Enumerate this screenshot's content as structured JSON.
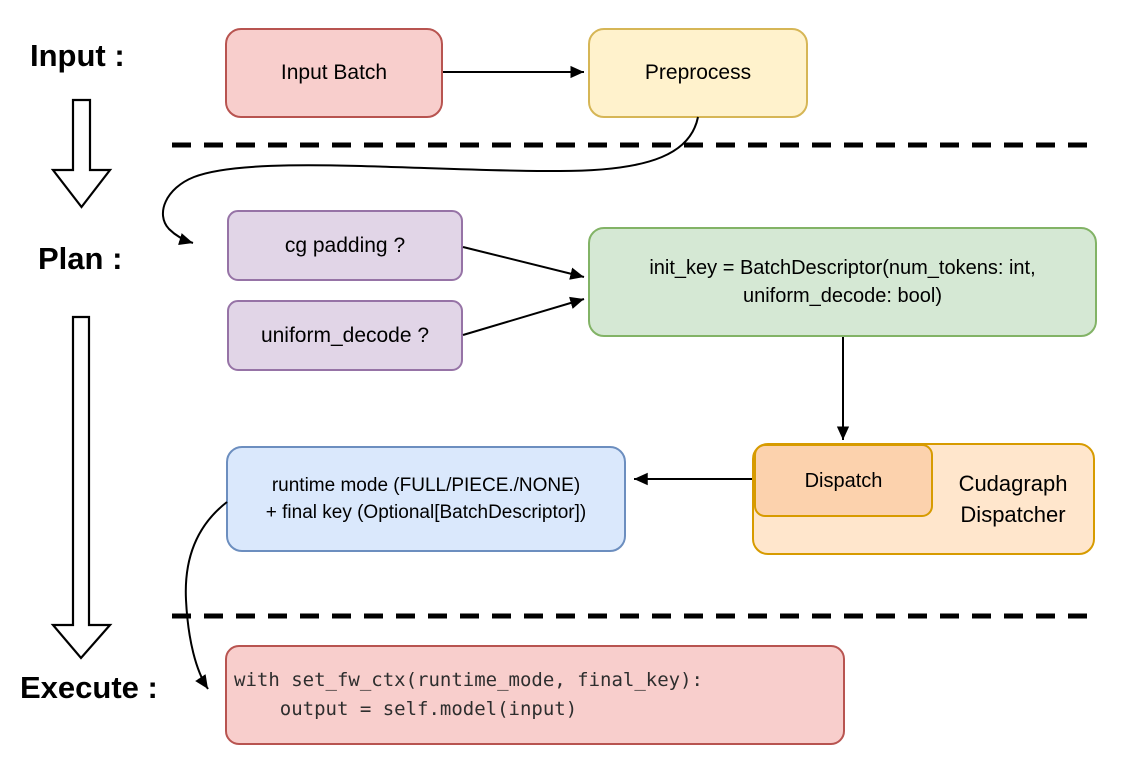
{
  "sections": {
    "input_label": "Input :",
    "plan_label": "Plan :",
    "execute_label": "Execute :"
  },
  "nodes": {
    "input_batch": {
      "label": "Input Batch",
      "fill": "#f8cecc",
      "stroke": "#b85450"
    },
    "preprocess": {
      "label": "Preprocess",
      "fill": "#fff2cc",
      "stroke": "#d6b656"
    },
    "cg_padding": {
      "label": "cg padding ?",
      "fill": "#e1d5e7",
      "stroke": "#9673a6"
    },
    "uniform_decode": {
      "label": "uniform_decode ?",
      "fill": "#e1d5e7",
      "stroke": "#9673a6"
    },
    "init_key": {
      "line1": "init_key = BatchDescriptor(num_tokens: int,",
      "line2": "uniform_decode: bool)",
      "fill": "#d5e8d4",
      "stroke": "#82b366"
    },
    "dispatch": {
      "label": "Dispatch",
      "fill": "#fcd2ad",
      "stroke": "#d79b00"
    },
    "cudagraph_dispatcher": {
      "line1": "Cudagraph",
      "line2": "Dispatcher",
      "fill": "#ffe6cc",
      "stroke": "#d79b00"
    },
    "runtime_mode": {
      "line1": "runtime mode (FULL/PIECE./NONE)",
      "line2": "+ final key (Optional[BatchDescriptor])",
      "fill": "#dae8fc",
      "stroke": "#6c8ebf"
    },
    "execute_code": {
      "line1": "with set_fw_ctx(runtime_mode, final_key):",
      "line2": "    output = self.model(input)",
      "fill": "#f8cecc",
      "stroke": "#b85450"
    }
  },
  "colors": {
    "connector": "#000000",
    "divider": "#000000",
    "background": "#ffffff",
    "section_arrow_fill": "#ffffff"
  }
}
